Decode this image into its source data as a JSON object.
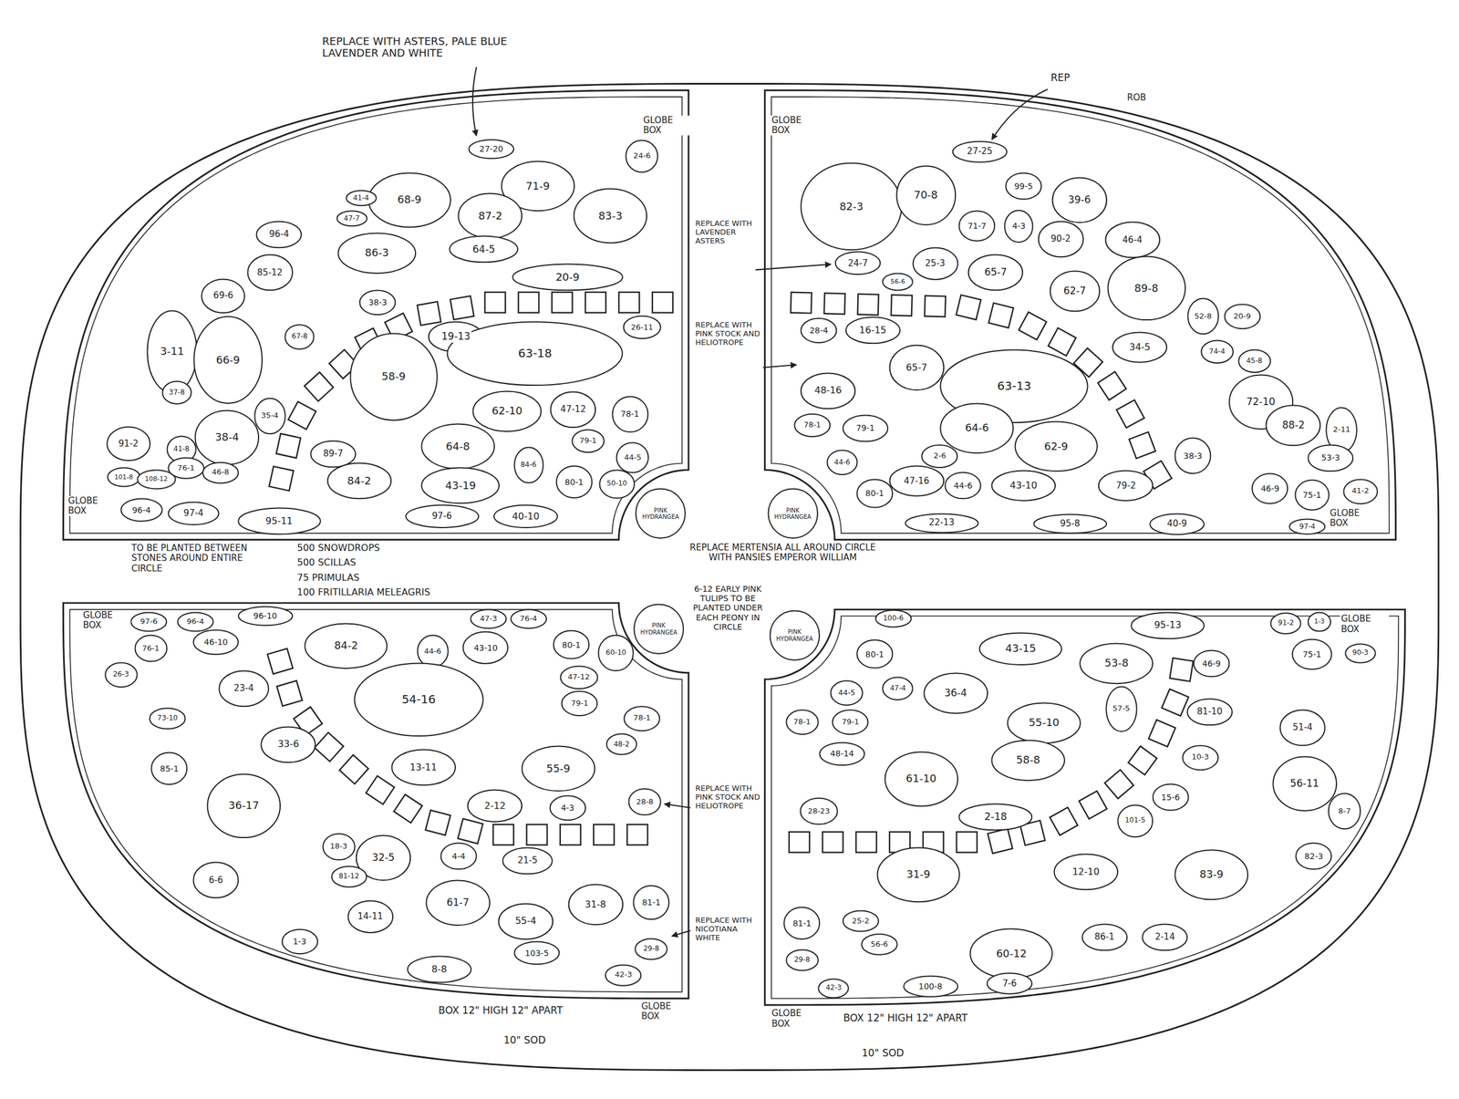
{
  "diagram": {
    "nodes": [
      {
        "text": [
          "27-20"
        ]
      },
      {
        "text": [
          "24-6"
        ]
      },
      {
        "text": [
          "71-9"
        ]
      },
      {
        "text": [
          "87-2"
        ]
      },
      {
        "text": [
          "83-3"
        ]
      },
      {
        "text": [
          "68-9"
        ]
      },
      {
        "text": [
          "41-4"
        ]
      },
      {
        "text": [
          "47-7"
        ]
      },
      {
        "text": [
          "96-4"
        ]
      },
      {
        "text": [
          "86-3"
        ]
      },
      {
        "text": [
          "64-5"
        ]
      },
      {
        "text": [
          "85-12"
        ]
      },
      {
        "text": [
          "20-9"
        ]
      },
      {
        "text": [
          "69-6"
        ]
      },
      {
        "text": [
          "67-8"
        ]
      },
      {
        "text": [
          "38-3"
        ]
      },
      {
        "text": [
          "19-13"
        ]
      },
      {
        "text": [
          "63-18"
        ]
      },
      {
        "text": [
          "26-11"
        ]
      },
      {
        "text": [
          "3-11"
        ]
      },
      {
        "text": [
          "66-9"
        ]
      },
      {
        "text": [
          "58-9"
        ]
      },
      {
        "text": [
          "35-4"
        ]
      },
      {
        "text": [
          "62-10"
        ]
      },
      {
        "text": [
          "47-12"
        ]
      },
      {
        "text": [
          "78-1"
        ]
      },
      {
        "text": [
          "37-8"
        ]
      },
      {
        "text": [
          "38-4"
        ]
      },
      {
        "text": [
          "64-8"
        ]
      },
      {
        "text": [
          "79-1"
        ]
      },
      {
        "text": [
          "44-5"
        ]
      },
      {
        "text": [
          "89-7"
        ]
      },
      {
        "text": [
          "84-6"
        ]
      },
      {
        "text": [
          "91-2"
        ]
      },
      {
        "text": [
          "41-8"
        ]
      },
      {
        "text": [
          "80-1"
        ]
      },
      {
        "text": [
          "50-10"
        ]
      },
      {
        "text": [
          "84-2"
        ]
      },
      {
        "text": [
          "43-19"
        ]
      },
      {
        "text": [
          "101-8"
        ]
      },
      {
        "text": [
          "108-12"
        ]
      },
      {
        "text": [
          "76-1"
        ]
      },
      {
        "text": [
          "46-8"
        ]
      },
      {
        "text": [
          "96-4"
        ]
      },
      {
        "text": [
          "97-4"
        ]
      },
      {
        "text": [
          "95-11"
        ]
      },
      {
        "text": [
          "97-6"
        ]
      },
      {
        "text": [
          "40-10"
        ]
      },
      {
        "text": [
          "27-25"
        ]
      },
      {
        "text": [
          "82-3"
        ]
      },
      {
        "text": [
          "70-8"
        ]
      },
      {
        "text": [
          "99-5"
        ]
      },
      {
        "text": [
          "39-6"
        ]
      },
      {
        "text": [
          "71-7"
        ]
      },
      {
        "text": [
          "4-3"
        ]
      },
      {
        "text": [
          "90-2"
        ]
      },
      {
        "text": [
          "46-4"
        ]
      },
      {
        "text": [
          "24-7"
        ]
      },
      {
        "text": [
          "25-3"
        ]
      },
      {
        "text": [
          "65-7"
        ]
      },
      {
        "text": [
          "62-7"
        ]
      },
      {
        "text": [
          "89-8"
        ]
      },
      {
        "text": [
          "52-8"
        ]
      },
      {
        "text": [
          "56-6"
        ]
      },
      {
        "text": [
          "20-9"
        ]
      },
      {
        "text": [
          "28-4"
        ]
      },
      {
        "text": [
          "16-15"
        ]
      },
      {
        "text": [
          "34-5"
        ]
      },
      {
        "text": [
          "74-4"
        ]
      },
      {
        "text": [
          "45-8"
        ]
      },
      {
        "text": [
          "65-7"
        ]
      },
      {
        "text": [
          "63-13"
        ]
      },
      {
        "text": [
          "48-16"
        ]
      },
      {
        "text": [
          "72-10"
        ]
      },
      {
        "text": [
          "64-6"
        ]
      },
      {
        "text": [
          "88-2"
        ]
      },
      {
        "text": [
          "2-11"
        ]
      },
      {
        "text": [
          "78-1"
        ]
      },
      {
        "text": [
          "79-1"
        ]
      },
      {
        "text": [
          "2-6"
        ]
      },
      {
        "text": [
          "62-9"
        ]
      },
      {
        "text": [
          "38-3"
        ]
      },
      {
        "text": [
          "53-3"
        ]
      },
      {
        "text": [
          "44-6"
        ]
      },
      {
        "text": [
          "47-16"
        ]
      },
      {
        "text": [
          "80-1"
        ]
      },
      {
        "text": [
          "44-6"
        ]
      },
      {
        "text": [
          "43-10"
        ]
      },
      {
        "text": [
          "79-2"
        ]
      },
      {
        "text": [
          "46-9"
        ]
      },
      {
        "text": [
          "75-1"
        ]
      },
      {
        "text": [
          "41-2"
        ]
      },
      {
        "text": [
          "22-13"
        ]
      },
      {
        "text": [
          "95-8"
        ]
      },
      {
        "text": [
          "40-9"
        ]
      },
      {
        "text": [
          "97-4"
        ]
      },
      {
        "text": [
          "97-6"
        ]
      },
      {
        "text": [
          "96-4"
        ]
      },
      {
        "text": [
          "96-10"
        ]
      },
      {
        "text": [
          "47-3"
        ]
      },
      {
        "text": [
          "76-4"
        ]
      },
      {
        "text": [
          "76-1"
        ]
      },
      {
        "text": [
          "46-10"
        ]
      },
      {
        "text": [
          "84-2"
        ]
      },
      {
        "text": [
          "44-6"
        ]
      },
      {
        "text": [
          "43-10"
        ]
      },
      {
        "text": [
          "80-1"
        ]
      },
      {
        "text": [
          "60-10"
        ]
      },
      {
        "text": [
          "26-3"
        ]
      },
      {
        "text": [
          "23-4"
        ]
      },
      {
        "text": [
          "54-16"
        ]
      },
      {
        "text": [
          "47-12"
        ]
      },
      {
        "text": [
          "79-1"
        ]
      },
      {
        "text": [
          "73-10"
        ]
      },
      {
        "text": [
          "78-1"
        ]
      },
      {
        "text": [
          "48-2"
        ]
      },
      {
        "text": [
          "85-1"
        ]
      },
      {
        "text": [
          "33-6"
        ]
      },
      {
        "text": [
          "55-9"
        ]
      },
      {
        "text": [
          "36-17"
        ]
      },
      {
        "text": [
          "13-11"
        ]
      },
      {
        "text": [
          "2-12"
        ]
      },
      {
        "text": [
          "4-3"
        ]
      },
      {
        "text": [
          "28-8"
        ]
      },
      {
        "text": [
          "18-3"
        ]
      },
      {
        "text": [
          "32-5"
        ]
      },
      {
        "text": [
          "4-4"
        ]
      },
      {
        "text": [
          "21-5"
        ]
      },
      {
        "text": [
          "6-6"
        ]
      },
      {
        "text": [
          "81-12"
        ]
      },
      {
        "text": [
          "61-7"
        ]
      },
      {
        "text": [
          "55-4"
        ]
      },
      {
        "text": [
          "31-8"
        ]
      },
      {
        "text": [
          "81-1"
        ]
      },
      {
        "text": [
          "14-11"
        ]
      },
      {
        "text": [
          "1-3"
        ]
      },
      {
        "text": [
          "103-5"
        ]
      },
      {
        "text": [
          "8-8"
        ]
      },
      {
        "text": [
          "42-3"
        ]
      },
      {
        "text": [
          "29-8"
        ]
      },
      {
        "text": [
          "100-6"
        ]
      },
      {
        "text": [
          "95-13"
        ]
      },
      {
        "text": [
          "91-2"
        ]
      },
      {
        "text": [
          "1-3"
        ]
      },
      {
        "text": [
          "90-3"
        ]
      },
      {
        "text": [
          "43-15"
        ]
      },
      {
        "text": [
          "80-1"
        ]
      },
      {
        "text": [
          "53-8"
        ]
      },
      {
        "text": [
          "75-1"
        ]
      },
      {
        "text": [
          "46-9"
        ]
      },
      {
        "text": [
          "36-4"
        ]
      },
      {
        "text": [
          "44-5"
        ]
      },
      {
        "text": [
          "47-4"
        ]
      },
      {
        "text": [
          "81-10"
        ]
      },
      {
        "text": [
          "51-4"
        ]
      },
      {
        "text": [
          "55-10"
        ]
      },
      {
        "text": [
          "78-1"
        ]
      },
      {
        "text": [
          "79-1"
        ]
      },
      {
        "text": [
          "57-5"
        ]
      },
      {
        "text": [
          "48-14"
        ]
      },
      {
        "text": [
          "58-8"
        ]
      },
      {
        "text": [
          "10-3"
        ]
      },
      {
        "text": [
          "56-11"
        ]
      },
      {
        "text": [
          "61-10"
        ]
      },
      {
        "text": [
          "15-6"
        ]
      },
      {
        "text": [
          "2-18"
        ]
      },
      {
        "text": [
          "28-23"
        ]
      },
      {
        "text": [
          "8-7"
        ]
      },
      {
        "text": [
          "101-5"
        ]
      },
      {
        "text": [
          "12-10"
        ]
      },
      {
        "text": [
          "31-9"
        ]
      },
      {
        "text": [
          "83-9"
        ]
      },
      {
        "text": [
          "82-3"
        ]
      },
      {
        "text": [
          "81-1"
        ]
      },
      {
        "text": [
          "25-2"
        ]
      },
      {
        "text": [
          "56-6"
        ]
      },
      {
        "text": [
          "60-12"
        ]
      },
      {
        "text": [
          "86-1"
        ]
      },
      {
        "text": [
          "2-14"
        ]
      },
      {
        "text": [
          "29-8"
        ]
      },
      {
        "text": [
          "42-3"
        ]
      },
      {
        "text": [
          "100-8"
        ]
      },
      {
        "text": [
          "7-6"
        ]
      },
      {
        "text": [
          "PINK HYDRANGEA"
        ]
      },
      {
        "text": [
          "PINK HYDRANGEA"
        ]
      },
      {
        "text": [
          "PINK HYDRANGEA"
        ]
      },
      {
        "text": [
          "PINK HYDRANGEA"
        ]
      }
    ],
    "labels": [
      "REPLACE WITH ASTERS, PALE BLUE LAVENDER AND WHITE",
      "REP",
      "ROB",
      "GLOBE BOX",
      "GLOBE BOX",
      "REPLACE WITH LAVENDER ASTERS",
      "REPLACE WITH PINK STOCK AND HELIOTROPE",
      "GLOBE BOX",
      "GLOBE BOX",
      "TO BE PLANTED BETWEEN STONES AROUND ENTIRE CIRCLE",
      "500 SNOWDROPS",
      "500 SCILLAS",
      "75 PRIMULAS",
      "100 FRITILLARIA MELEAGRIS",
      "REPLACE MERTENSIA ALL AROUND CIRCLE WITH PANSIES EMPEROR WILLIAM",
      "6-12 EARLY PINK TULIPS TO BE PLANTED UNDER EACH PEONY IN CIRCLE",
      "GLOBE BOX",
      "GLOBE BOX",
      "REPLACE WITH PINK STOCK AND HELIOTROPE",
      "REPLACE WITH NICOTIANA WHITE",
      "BOX 12\" HIGH 12\" APART",
      "GLOBE BOX",
      "GLOBE BOX",
      "BOX 12\" HIGH 12\" APART",
      "10\" SOD",
      "10\" SOD"
    ]
  }
}
